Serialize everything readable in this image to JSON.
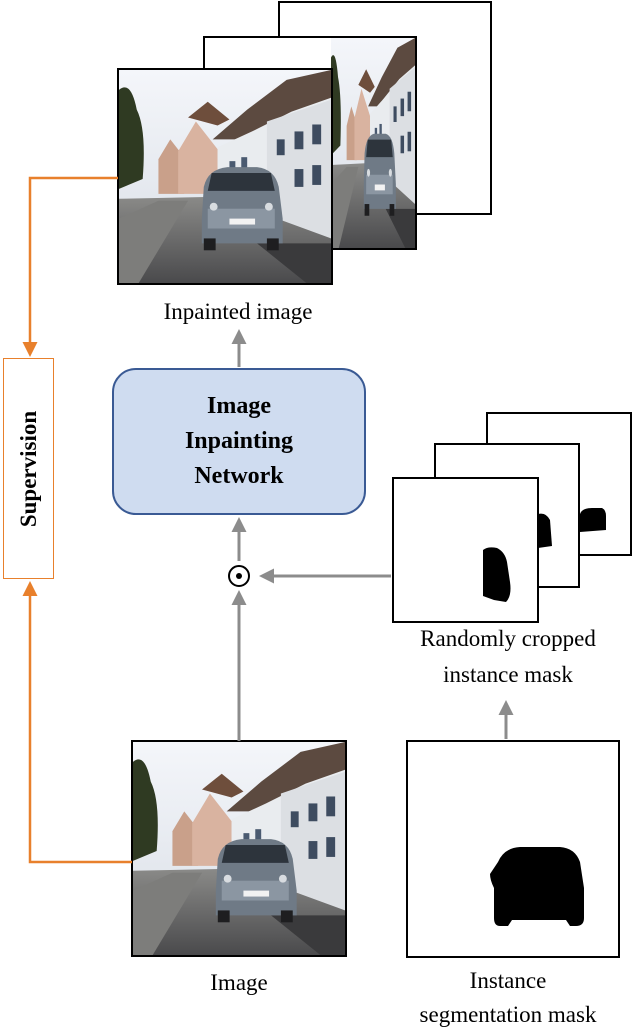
{
  "diagram": {
    "network_label_lines": [
      "Image",
      "Inpainting",
      "Network"
    ],
    "supervision_label": "Supervision",
    "captions": {
      "inpainted_image": "Inpainted image",
      "image": "Image",
      "random_mask_line1": "Randomly cropped",
      "random_mask_line2": "instance mask",
      "seg_mask_line1": "Instance",
      "seg_mask_line2": "segmentation mask"
    },
    "operator_symbol": "⊙"
  },
  "colors": {
    "network_fill": "#cfdcf0",
    "network_border": "#3a5a94",
    "supervision_arrow": "#e8802c",
    "flow_arrow": "#8c8c8c"
  }
}
